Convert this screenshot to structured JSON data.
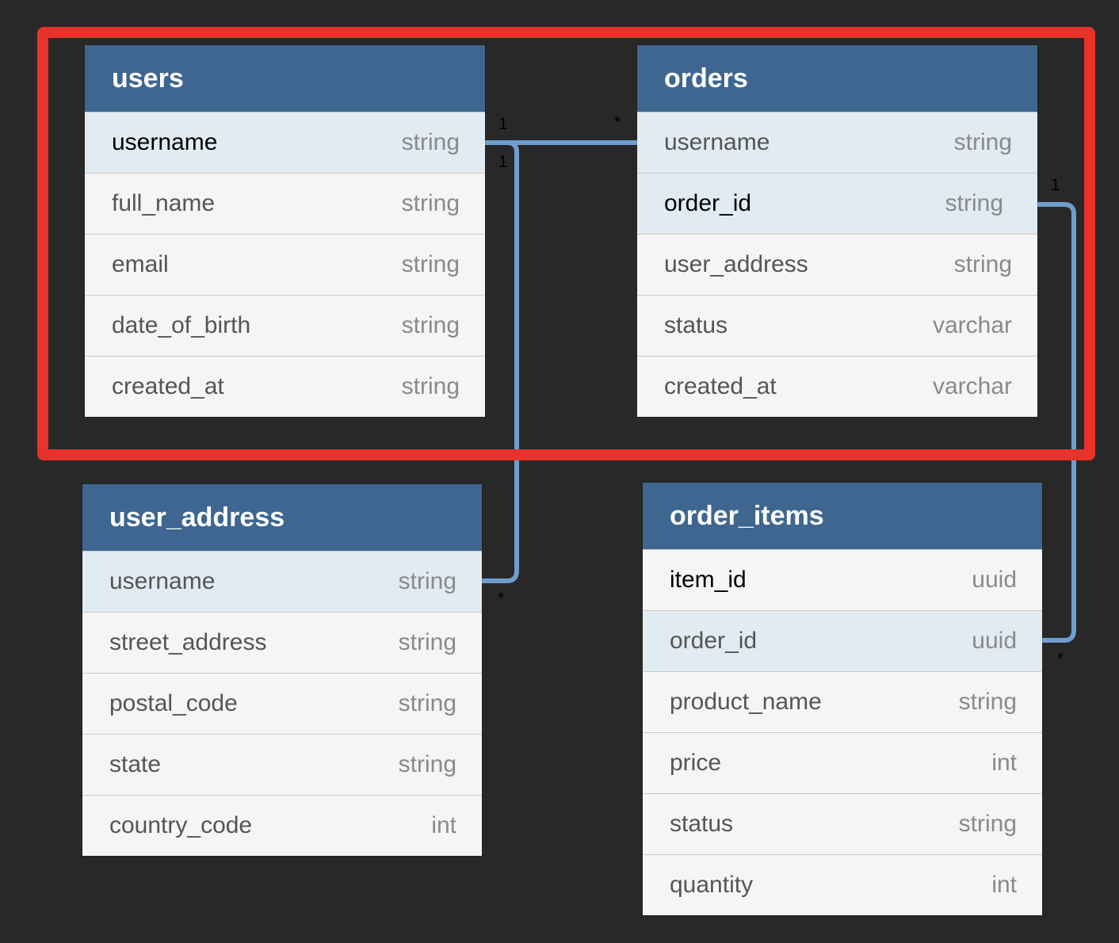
{
  "tables": {
    "users": {
      "title": "users",
      "columns": [
        {
          "name": "username",
          "type": "string"
        },
        {
          "name": "full_name",
          "type": "string"
        },
        {
          "name": "email",
          "type": "string"
        },
        {
          "name": "date_of_birth",
          "type": "string"
        },
        {
          "name": "created_at",
          "type": "string"
        }
      ]
    },
    "orders": {
      "title": "orders",
      "columns": [
        {
          "name": "username",
          "type": "string"
        },
        {
          "name": "order_id",
          "type": "string"
        },
        {
          "name": "user_address",
          "type": "string"
        },
        {
          "name": "status",
          "type": "varchar"
        },
        {
          "name": "created_at",
          "type": "varchar"
        }
      ]
    },
    "user_address": {
      "title": "user_address",
      "columns": [
        {
          "name": "username",
          "type": "string"
        },
        {
          "name": "street_address",
          "type": "string"
        },
        {
          "name": "postal_code",
          "type": "string"
        },
        {
          "name": "state",
          "type": "string"
        },
        {
          "name": "country_code",
          "type": "int"
        }
      ]
    },
    "order_items": {
      "title": "order_items",
      "columns": [
        {
          "name": "item_id",
          "type": "uuid"
        },
        {
          "name": "order_id",
          "type": "uuid"
        },
        {
          "name": "product_name",
          "type": "string"
        },
        {
          "name": "price",
          "type": "int"
        },
        {
          "name": "status",
          "type": "string"
        },
        {
          "name": "quantity",
          "type": "int"
        }
      ]
    }
  },
  "relationships": [
    {
      "from": "users.username",
      "to": "orders.username",
      "from_cardinality": "1",
      "to_cardinality": "*"
    },
    {
      "from": "users.username",
      "to": "user_address.username",
      "from_cardinality": "1",
      "to_cardinality": "*"
    },
    {
      "from": "orders.order_id",
      "to": "order_items.order_id",
      "from_cardinality": "1",
      "to_cardinality": "*"
    }
  ],
  "colors": {
    "background": "#282828",
    "header": "#3e6690",
    "row": "#f5f5f5",
    "key_row": "#e1ebf2",
    "connector": "#6f9fce",
    "highlight": "#e8322a"
  }
}
